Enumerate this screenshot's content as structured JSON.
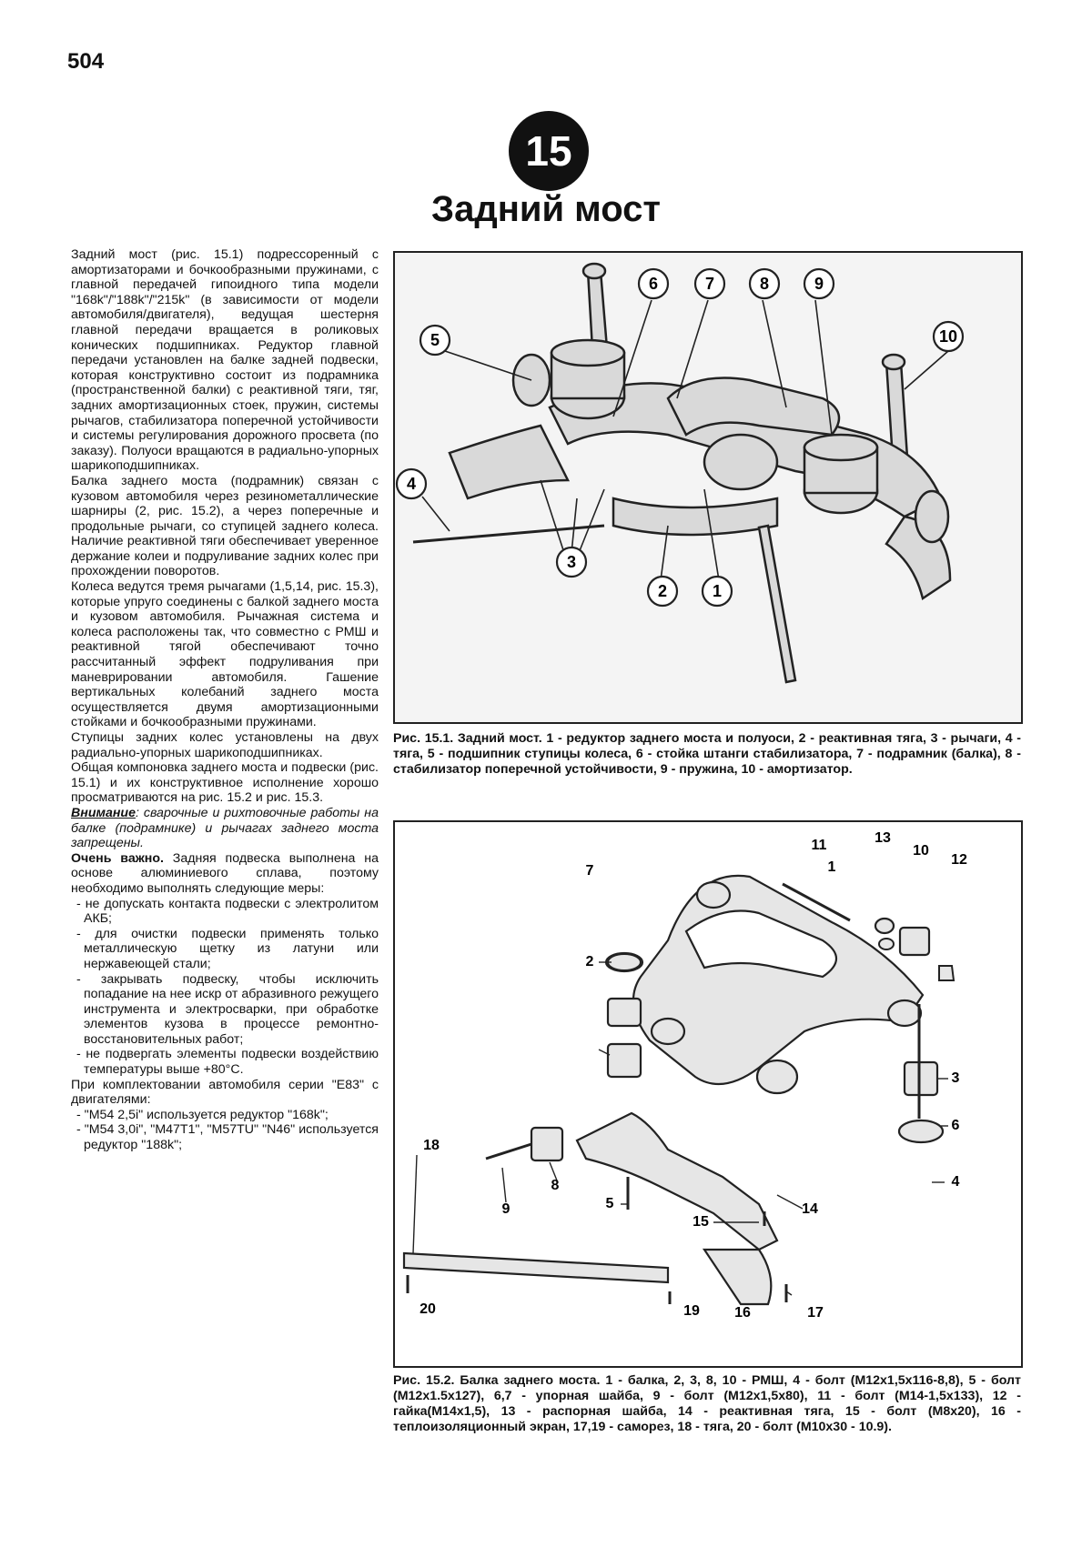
{
  "page_number": "504",
  "chapter": {
    "number": "15",
    "title": "Задний мост"
  },
  "body": {
    "p1": "Задний мост (рис. 15.1) подрессоренный с амортизаторами и бочкообразными пружинами, с главной передачей гипоидного типа модели \"168k\"/\"188k\"/\"215k\" (в зависимости от модели автомобиля/двигателя), ведущая шестерня главной передачи вращается в роликовых конических подшипниках. Редуктор главной передачи установлен на балке задней подвески, которая конструктивно состоит из подрамника (пространственной балки) с реактивной тяги, тяг, задних амортизационных стоек, пружин, системы рычагов, стабилизатора поперечной устойчивости и системы регулирования дорожного просвета (по заказу). Полуоси вращаются в радиально-упорных шарикоподшипниках.",
    "p2": "Балка заднего моста (подрамник) связан с кузовом автомобиля через резинометаллические шарниры (2, рис. 15.2), а через поперечные и продольные рычаги, со ступицей заднего колеса. Наличие реактивной тяги обеспечивает уверенное держание колеи и подруливание задних колес при прохождении поворотов.",
    "p3": "Колеса ведутся тремя рычагами (1,5,14, рис. 15.3), которые упруго соединены с балкой заднего моста и кузовом автомобиля. Рычажная система и колеса расположены так, что совместно с РМШ и реактивной тягой обеспечивают точно рассчитанный эффект подруливания при маневрировании автомобиля. Гашение вертикальных колебаний заднего моста осуществляется двумя амортизационными стойками и бочкообразными пружинами.",
    "p4": "Ступицы задних колес установлены на двух радиально-упорных шарикоподшипниках.",
    "p5": "Общая компоновка заднего моста и подвески (рис. 15.1) и их конструктивное исполнение хорошо просматриваются на рис. 15.2 и рис. 15.3.",
    "warn_lead": "Внимание",
    "warn_text": ": сварочные и рихтовочные работы на балке (подрамнике) и рычагах заднего моста запрещены.",
    "imp_lead": "Очень важно.",
    "imp_text": " Задняя подвеска выполнена на основе алюминиевого сплава, поэтому необходимо выполнять следующие меры:",
    "list": [
      "- не допускать контакта подвески с электролитом АКБ;",
      "- для очистки подвески применять только металлическую щетку из латуни или нержавеющей стали;",
      "- закрывать подвеску, чтобы исключить попадание на нее искр от абразивного режущего инструмента и электросварки, при обработке элементов кузова в процессе ремонтно-восстановительных работ;",
      "- не подвергать элементы подвески воздействию температуры выше +80°С."
    ],
    "p6": "При комплектовании автомобиля серии \"E83\" с двигателями:",
    "list2": [
      "- \"M54 2,5i\" используется редуктор \"168k\";",
      "- \"M54 3,0i\", \"M47T1\", \"M57TU\" \"N46\" используется редуктор \"188k\";"
    ]
  },
  "figure1": {
    "callouts": [
      "1",
      "2",
      "3",
      "4",
      "5",
      "6",
      "7",
      "8",
      "9",
      "10"
    ],
    "caption": "Рис. 15.1. Задний мост. 1 - редуктор заднего моста и полуоси, 2 - реактивная тяга, 3 - рычаги, 4 - тяга, 5 - подшипник ступицы колеса, 6 - стойка штанги стабилизатора, 7 - подрамник (балка), 8 - стабилизатор поперечной устойчивости, 9 - пружина, 10 - амортизатор."
  },
  "figure2": {
    "callouts": [
      "1",
      "2",
      "3",
      "4",
      "5",
      "6",
      "7",
      "8",
      "9",
      "10",
      "11",
      "12",
      "13",
      "14",
      "15",
      "16",
      "17",
      "18",
      "19",
      "20"
    ],
    "caption": "Рис. 15.2. Балка заднего моста. 1 - балка, 2, 3, 8, 10 - РМШ, 4 - болт (M12x1,5x116-8,8), 5 - болт (M12x1.5x127), 6,7 - упорная шайба, 9 - болт (M12x1,5x80), 11 - болт (M14-1,5x133), 12 - гайка(M14x1,5), 13 - распорная шайба, 14 - реактивная тяга, 15 - болт (M8x20), 16 - теплоизоляционный экран, 17,19 - саморез, 18 - тяга, 20 - болт (M10x30 - 10.9)."
  }
}
